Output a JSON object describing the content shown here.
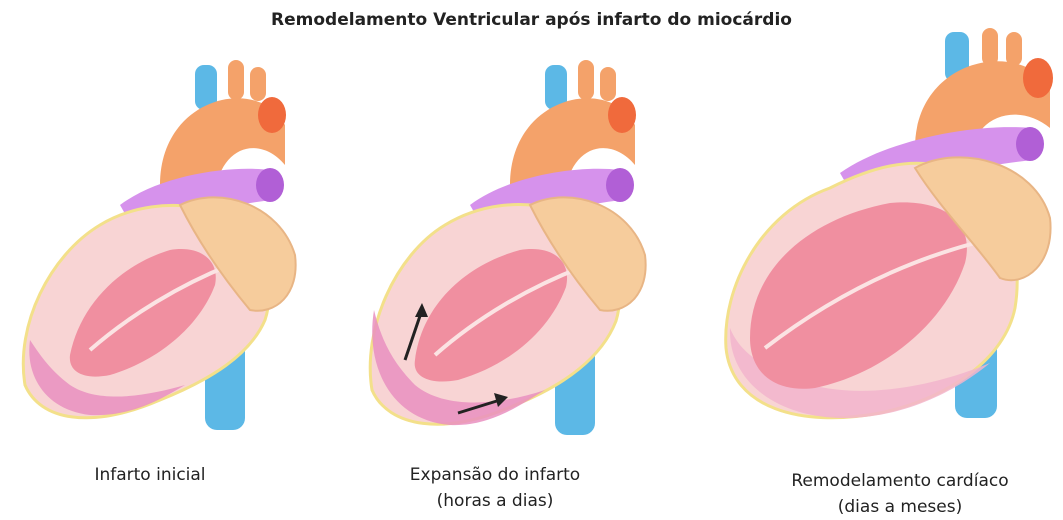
{
  "title": "Remodelamento Ventricular após infarto do miocárdio",
  "panels": [
    {
      "stage": "initial",
      "caption_lines": [
        "Infarto inicial"
      ]
    },
    {
      "stage": "expansion",
      "caption_lines": [
        "Expansão do infarto",
        "(horas a dias)"
      ]
    },
    {
      "stage": "remodeled",
      "caption_lines": [
        "Remodelamento cardíaco",
        "(dias a meses)"
      ]
    }
  ],
  "colors": {
    "vena_cava": "#5cb8e6",
    "aorta": "#f4a26a",
    "pulmonary_artery": "#c77ae0",
    "myocardium": "#f7c9c9",
    "infarct_zone": "#e98fc0",
    "chamber": "#f08fa0",
    "atrium": "#f6cc9c",
    "arrow": "#222222"
  },
  "icons": [
    "heart-cross-section-illustration",
    "expansion-arrow-icon"
  ]
}
